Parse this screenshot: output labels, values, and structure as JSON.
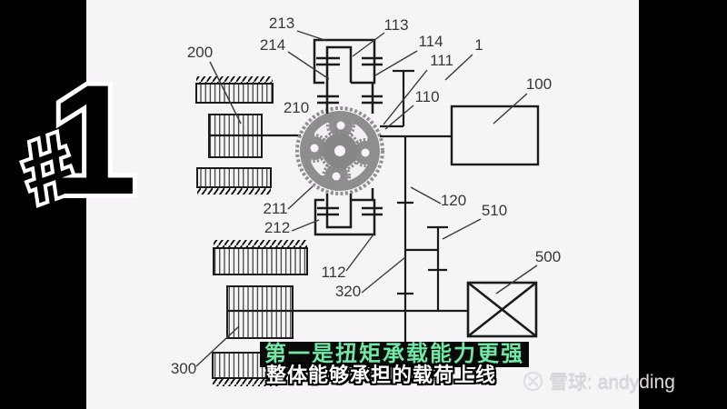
{
  "badge": {
    "hash": "#",
    "number": "1"
  },
  "diagram": {
    "labels": [
      {
        "id": "200",
        "text": "200"
      },
      {
        "id": "213",
        "text": "213"
      },
      {
        "id": "214",
        "text": "214"
      },
      {
        "id": "113",
        "text": "113"
      },
      {
        "id": "114",
        "text": "114"
      },
      {
        "id": "1",
        "text": "1"
      },
      {
        "id": "111",
        "text": "111"
      },
      {
        "id": "110",
        "text": "110"
      },
      {
        "id": "100",
        "text": "100"
      },
      {
        "id": "210",
        "text": "210"
      },
      {
        "id": "120",
        "text": "120"
      },
      {
        "id": "510",
        "text": "510"
      },
      {
        "id": "211",
        "text": "211"
      },
      {
        "id": "212",
        "text": "212"
      },
      {
        "id": "112",
        "text": "112"
      },
      {
        "id": "320",
        "text": "320"
      },
      {
        "id": "500",
        "text": "500"
      },
      {
        "id": "300",
        "text": "300"
      }
    ]
  },
  "subtitles": {
    "line1": "第一是扭矩承载能力更强",
    "line2": "整体能够承担的载荷上线"
  },
  "watermark": {
    "logo": "xueqiu-circle-x-icon",
    "text": "雪球: andyding"
  },
  "colors": {
    "background_bars": "#000000",
    "canvas_white": "#f6f4f6",
    "diagram_line": "#1b1b1b",
    "gear_gray": "#8e8e8e",
    "subtitle_green": "#70e9a6",
    "subtitle_box": "#0a0a0a",
    "watermark_gray": "#d9d7dc"
  }
}
